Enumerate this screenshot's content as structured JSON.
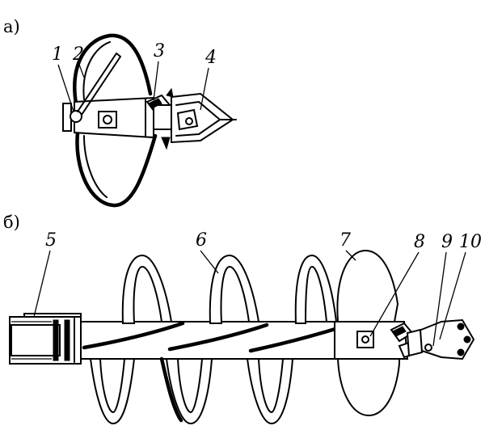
{
  "panels": {
    "a": "а)",
    "b": "б)"
  },
  "labels": {
    "l1": "1",
    "l2": "2",
    "l3": "3",
    "l4": "4",
    "l5": "5",
    "l6": "6",
    "l7": "7",
    "l8": "8",
    "l9": "9",
    "l10": "10"
  }
}
